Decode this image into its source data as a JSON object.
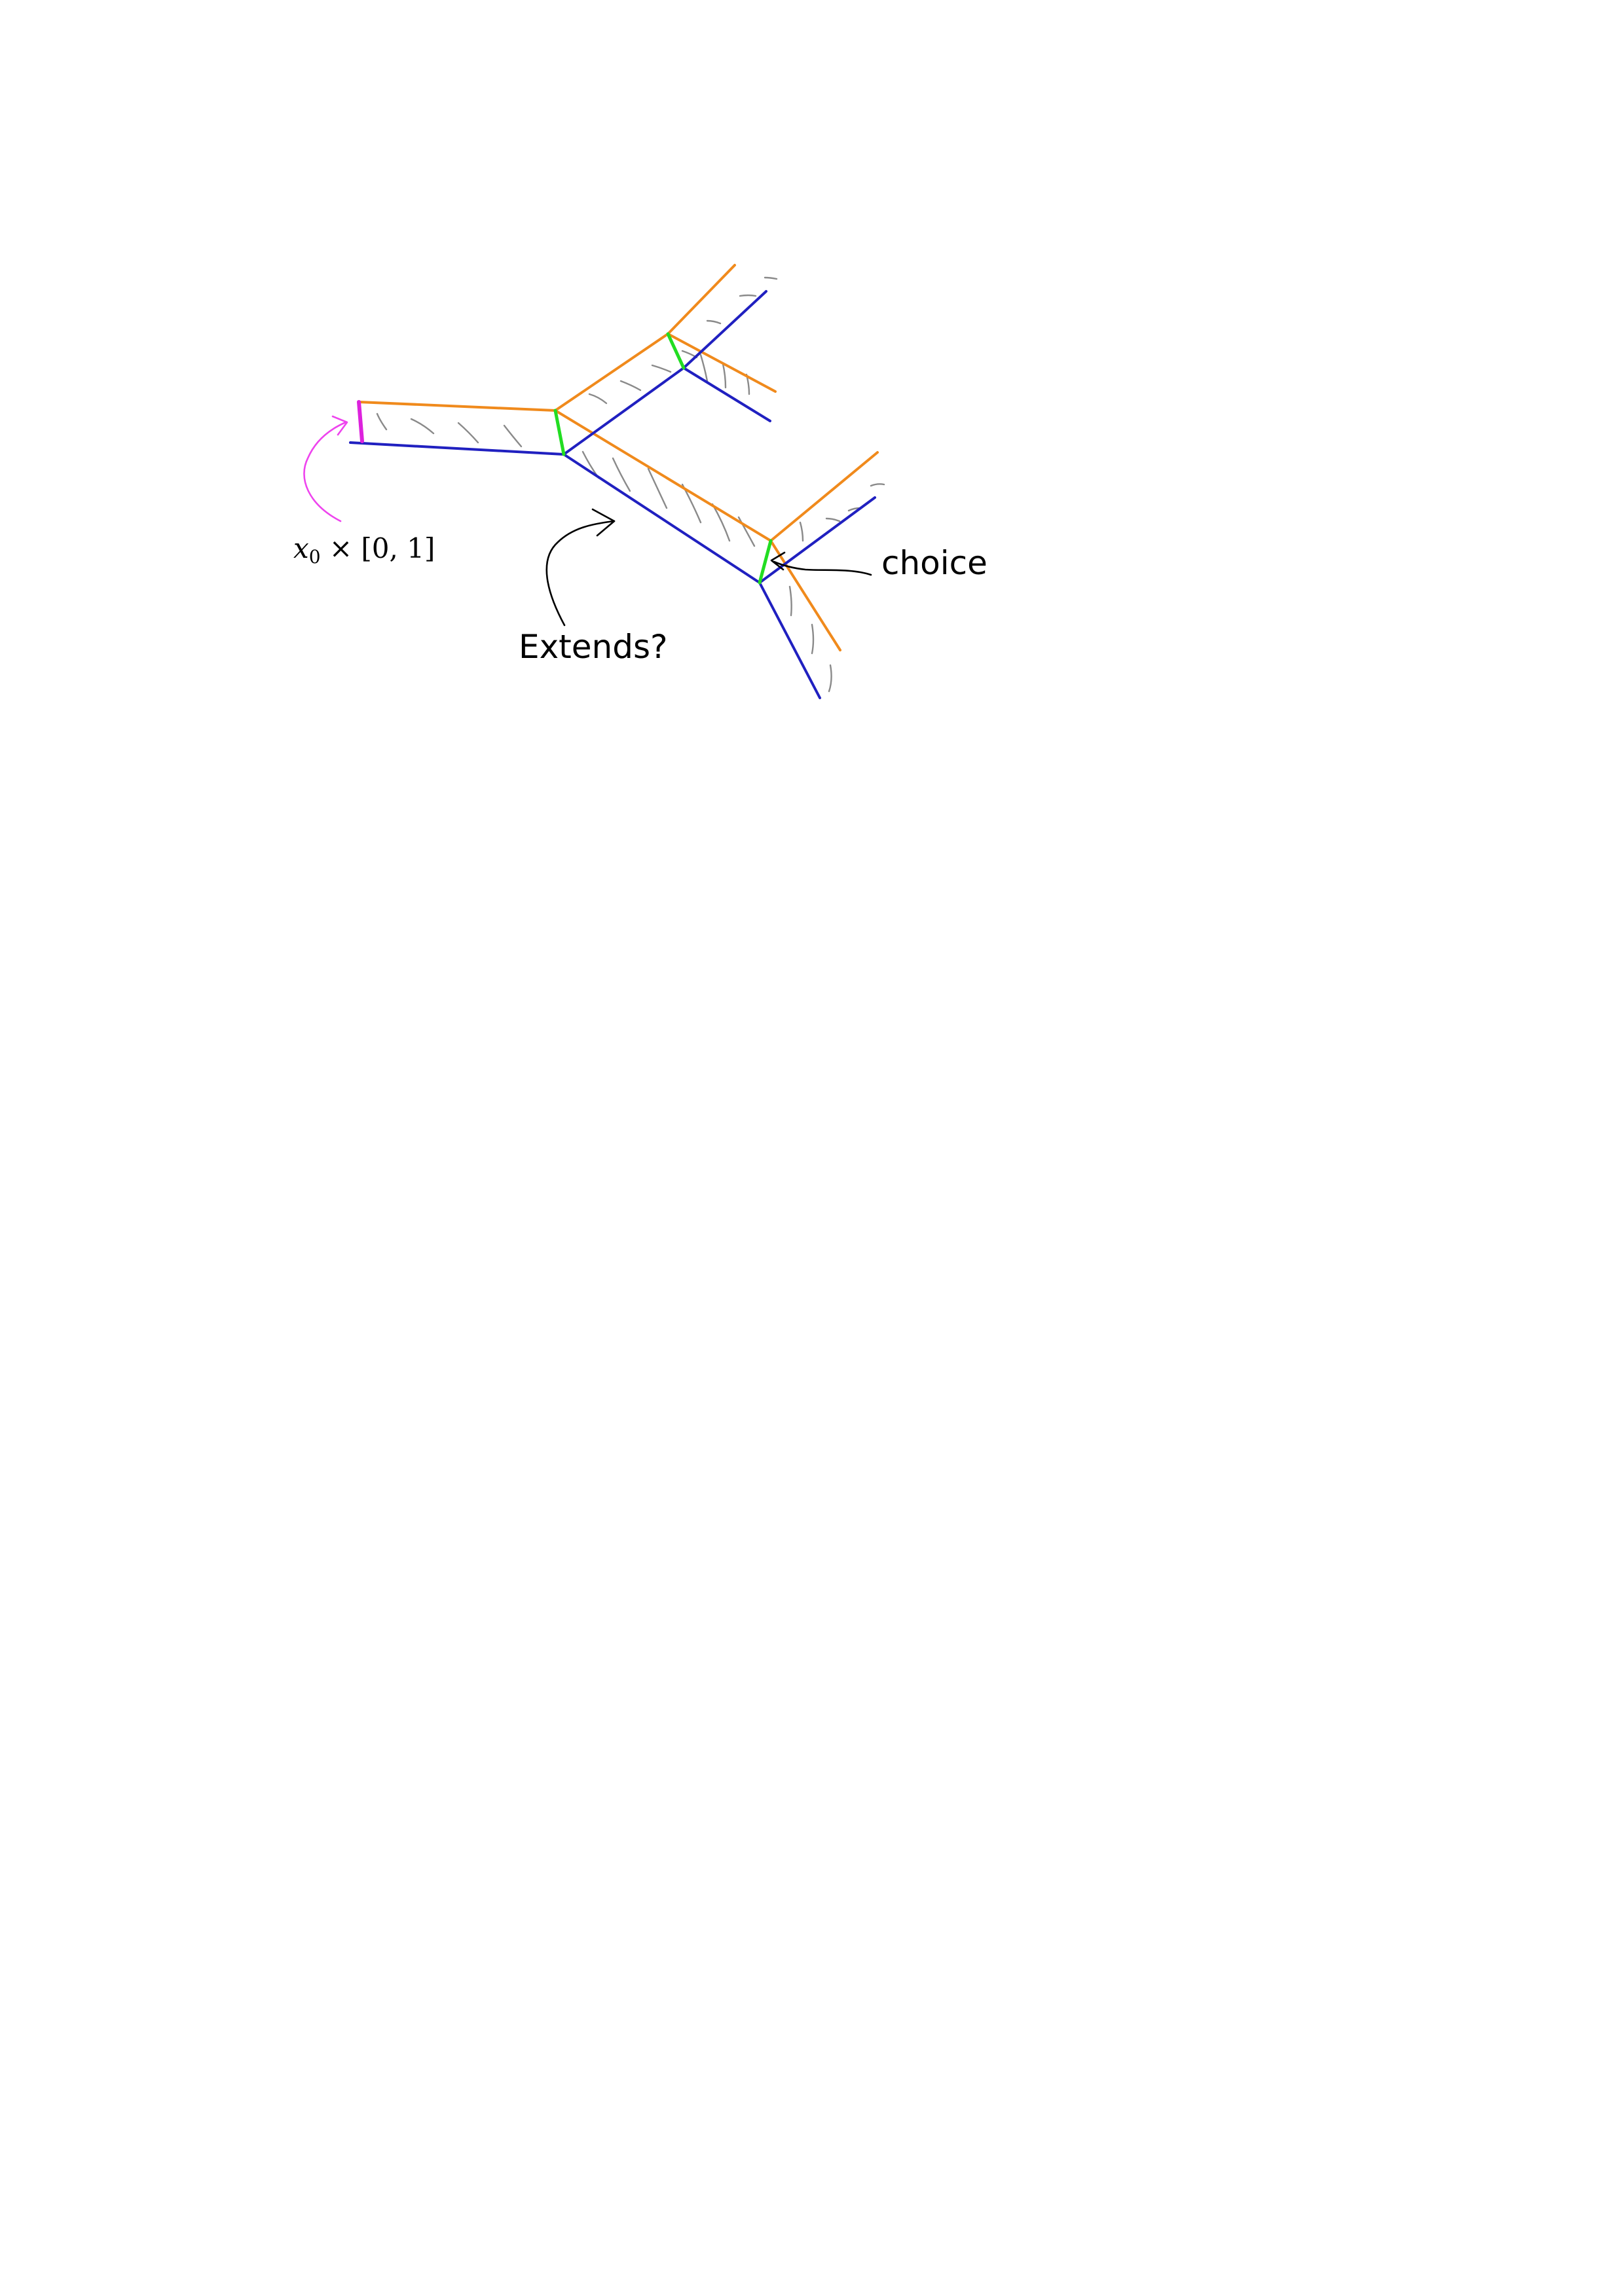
{
  "figure": {
    "kind": "hand-drawn branching band sketch",
    "labels": {
      "base": {
        "var": "x",
        "sub": "0",
        "rest": " × [0, 1]"
      },
      "extends": "Extends?",
      "choice": "choice"
    },
    "colors": {
      "upper_edges": "#f08a1c",
      "lower_edges": "#2020c0",
      "junction_segments": "#22dd22",
      "base_segment": "#dd22dd",
      "base_annotation": "#ee44ee",
      "hatching": "#8a8a8a",
      "pointer_arrows": "#000000"
    }
  }
}
